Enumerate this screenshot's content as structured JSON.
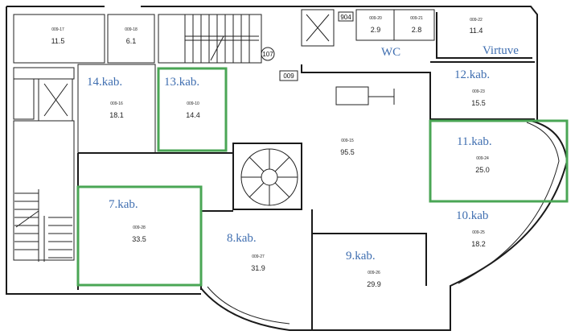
{
  "title": "Floor plan",
  "highlight_color": "#4aa655",
  "label_color": "#3f6eb0",
  "markers": {
    "circle_label": "107",
    "box_009": "009",
    "box_904": "904"
  },
  "rooms": [
    {
      "label": "",
      "code": "009-17",
      "area": "11.5"
    },
    {
      "label": "",
      "code": "009-18",
      "area": "6.1"
    },
    {
      "label": "14.kab.",
      "code": "009-16",
      "area": "18.1"
    },
    {
      "label": "13.kab.",
      "code": "009-10",
      "area": "14.4"
    },
    {
      "label": "",
      "code": "009-15",
      "area": "95.5"
    },
    {
      "label": "WC",
      "code": "009-20",
      "area": "2.9"
    },
    {
      "label": "",
      "code": "009-21",
      "area": "2.8"
    },
    {
      "label": "Virtuve",
      "code": "009-22",
      "area": "11.4"
    },
    {
      "label": "12.kab.",
      "code": "009-23",
      "area": "15.5"
    },
    {
      "label": "11.kab.",
      "code": "009-24",
      "area": "25.0"
    },
    {
      "label": "10.kab",
      "code": "009-25",
      "area": "18.2"
    },
    {
      "label": "9.kab.",
      "code": "009-26",
      "area": "29.9"
    },
    {
      "label": "8.kab.",
      "code": "009-27",
      "area": "31.9"
    },
    {
      "label": "7.kab.",
      "code": "009-28",
      "area": "33.5"
    }
  ]
}
